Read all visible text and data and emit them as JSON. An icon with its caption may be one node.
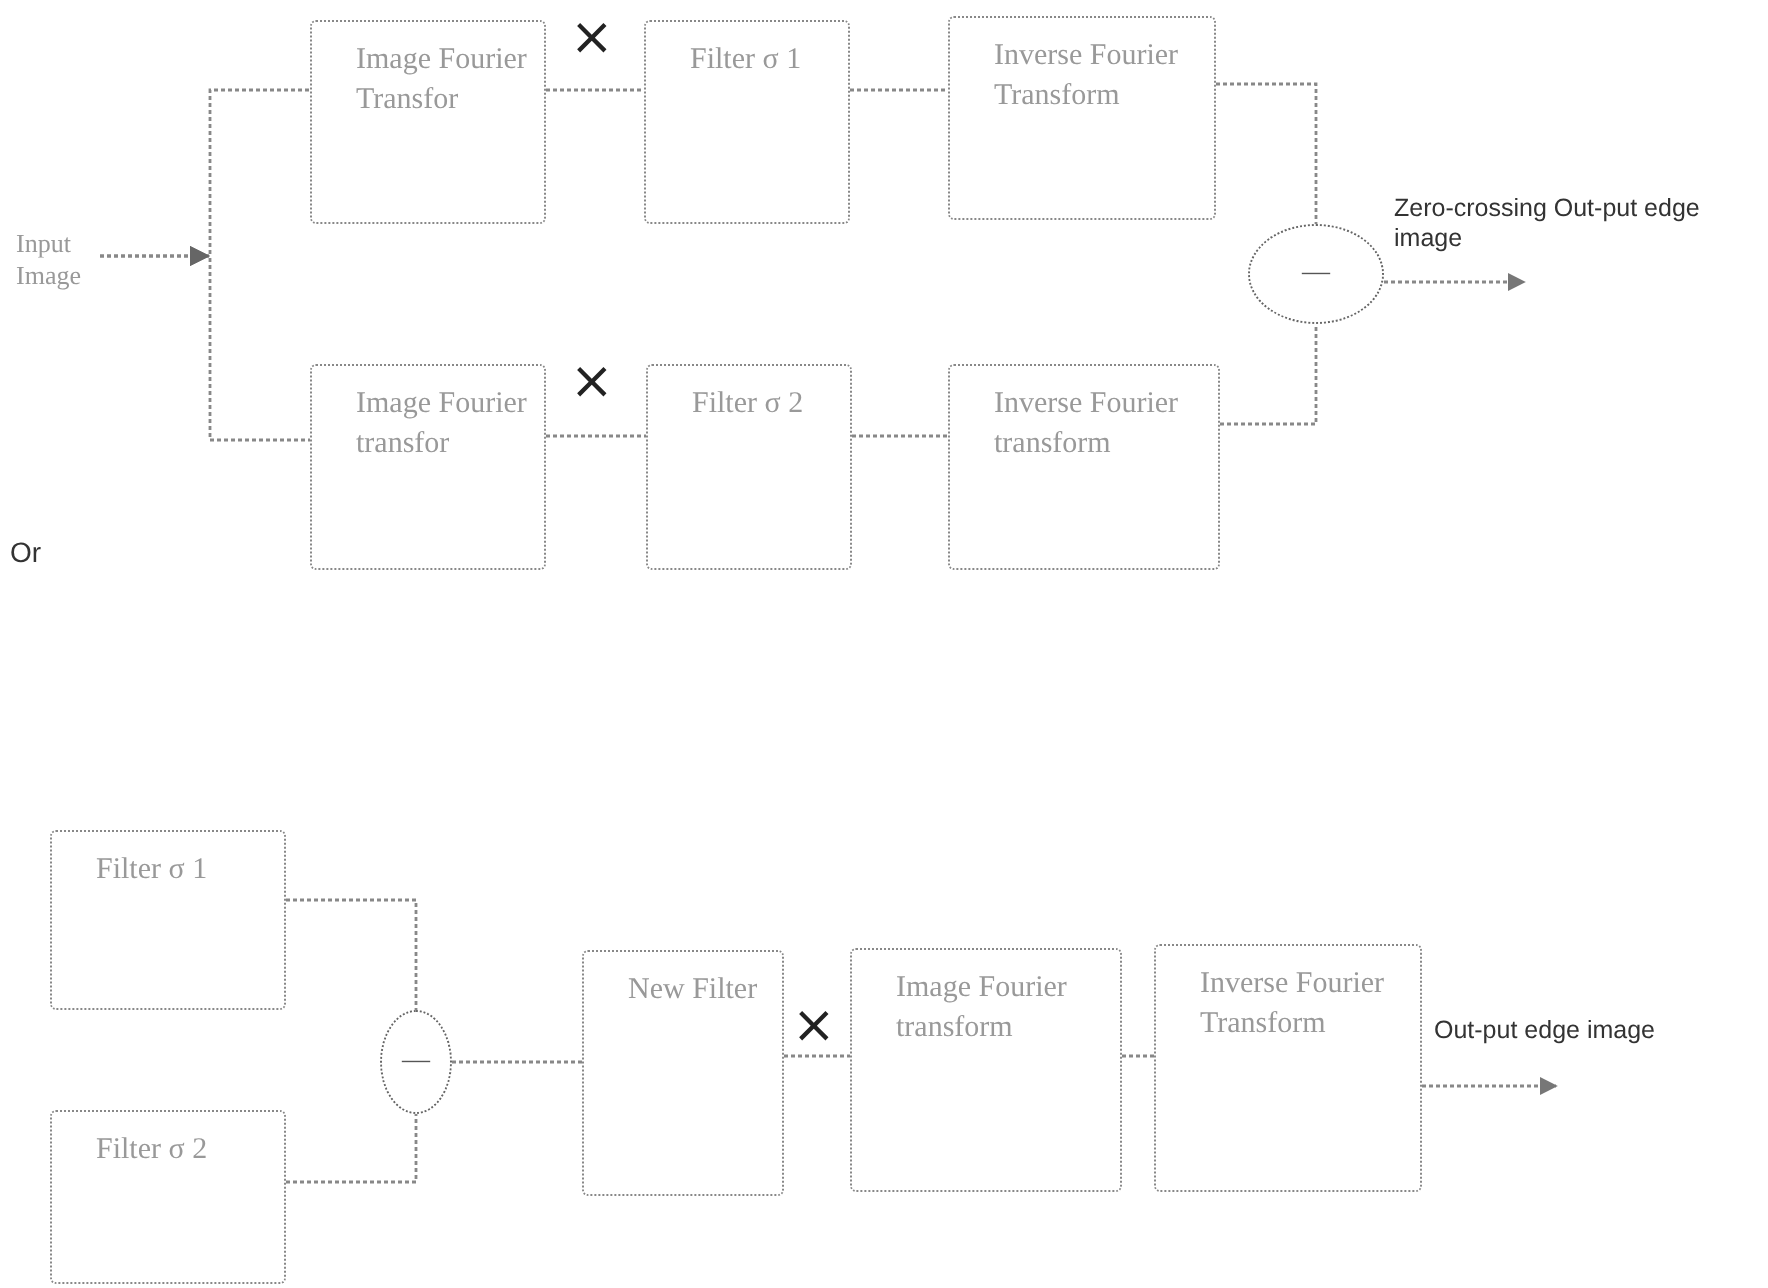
{
  "diagram": {
    "nodes": [
      {
        "text": [
          "Input Image"
        ]
      },
      {
        "text": [
          "Image Fourier Transfor"
        ]
      },
      {
        "text": [
          "Filter σ 1"
        ]
      },
      {
        "text": [
          "Inverse Fourier Transform"
        ]
      },
      {
        "text": [
          "Image Fourier transfor"
        ]
      },
      {
        "text": [
          "Filter σ 2"
        ]
      },
      {
        "text": [
          "Inverse Fourier transform"
        ]
      },
      {
        "text": [
          "—"
        ]
      },
      {
        "text": [
          "Zero-crossing Out-put edge image"
        ]
      },
      {
        "text": [
          "Filter σ 1"
        ]
      },
      {
        "text": [
          "Filter σ 2"
        ]
      },
      {
        "text": [
          "—"
        ]
      },
      {
        "text": [
          "New Filter"
        ]
      },
      {
        "text": [
          "Image Fourier transform"
        ]
      },
      {
        "text": [
          "Inverse Fourier Transform"
        ]
      },
      {
        "text": [
          "Out-put edge image"
        ]
      }
    ],
    "edges": [
      {
        "from": 0,
        "to": 1,
        "arrow": "to"
      },
      {
        "from": 0,
        "to": 4,
        "arrow": "to"
      },
      {
        "from": 1,
        "to": 2,
        "arrow": "none",
        "label": "×"
      },
      {
        "from": 2,
        "to": 3,
        "arrow": "none"
      },
      {
        "from": 3,
        "to": 7,
        "arrow": "none"
      },
      {
        "from": 4,
        "to": 5,
        "arrow": "none",
        "label": "×"
      },
      {
        "from": 5,
        "to": 6,
        "arrow": "none"
      },
      {
        "from": 6,
        "to": 7,
        "arrow": "none"
      },
      {
        "from": 7,
        "to": 8,
        "arrow": "to"
      },
      {
        "from": 9,
        "to": 11,
        "arrow": "none"
      },
      {
        "from": 10,
        "to": 11,
        "arrow": "none"
      },
      {
        "from": 11,
        "to": 12,
        "arrow": "none"
      },
      {
        "from": 12,
        "to": 13,
        "arrow": "none",
        "label": "×"
      },
      {
        "from": 13,
        "to": 14,
        "arrow": "none"
      },
      {
        "from": 14,
        "to": 15,
        "arrow": "to"
      }
    ],
    "labels": [
      "Or"
    ]
  }
}
